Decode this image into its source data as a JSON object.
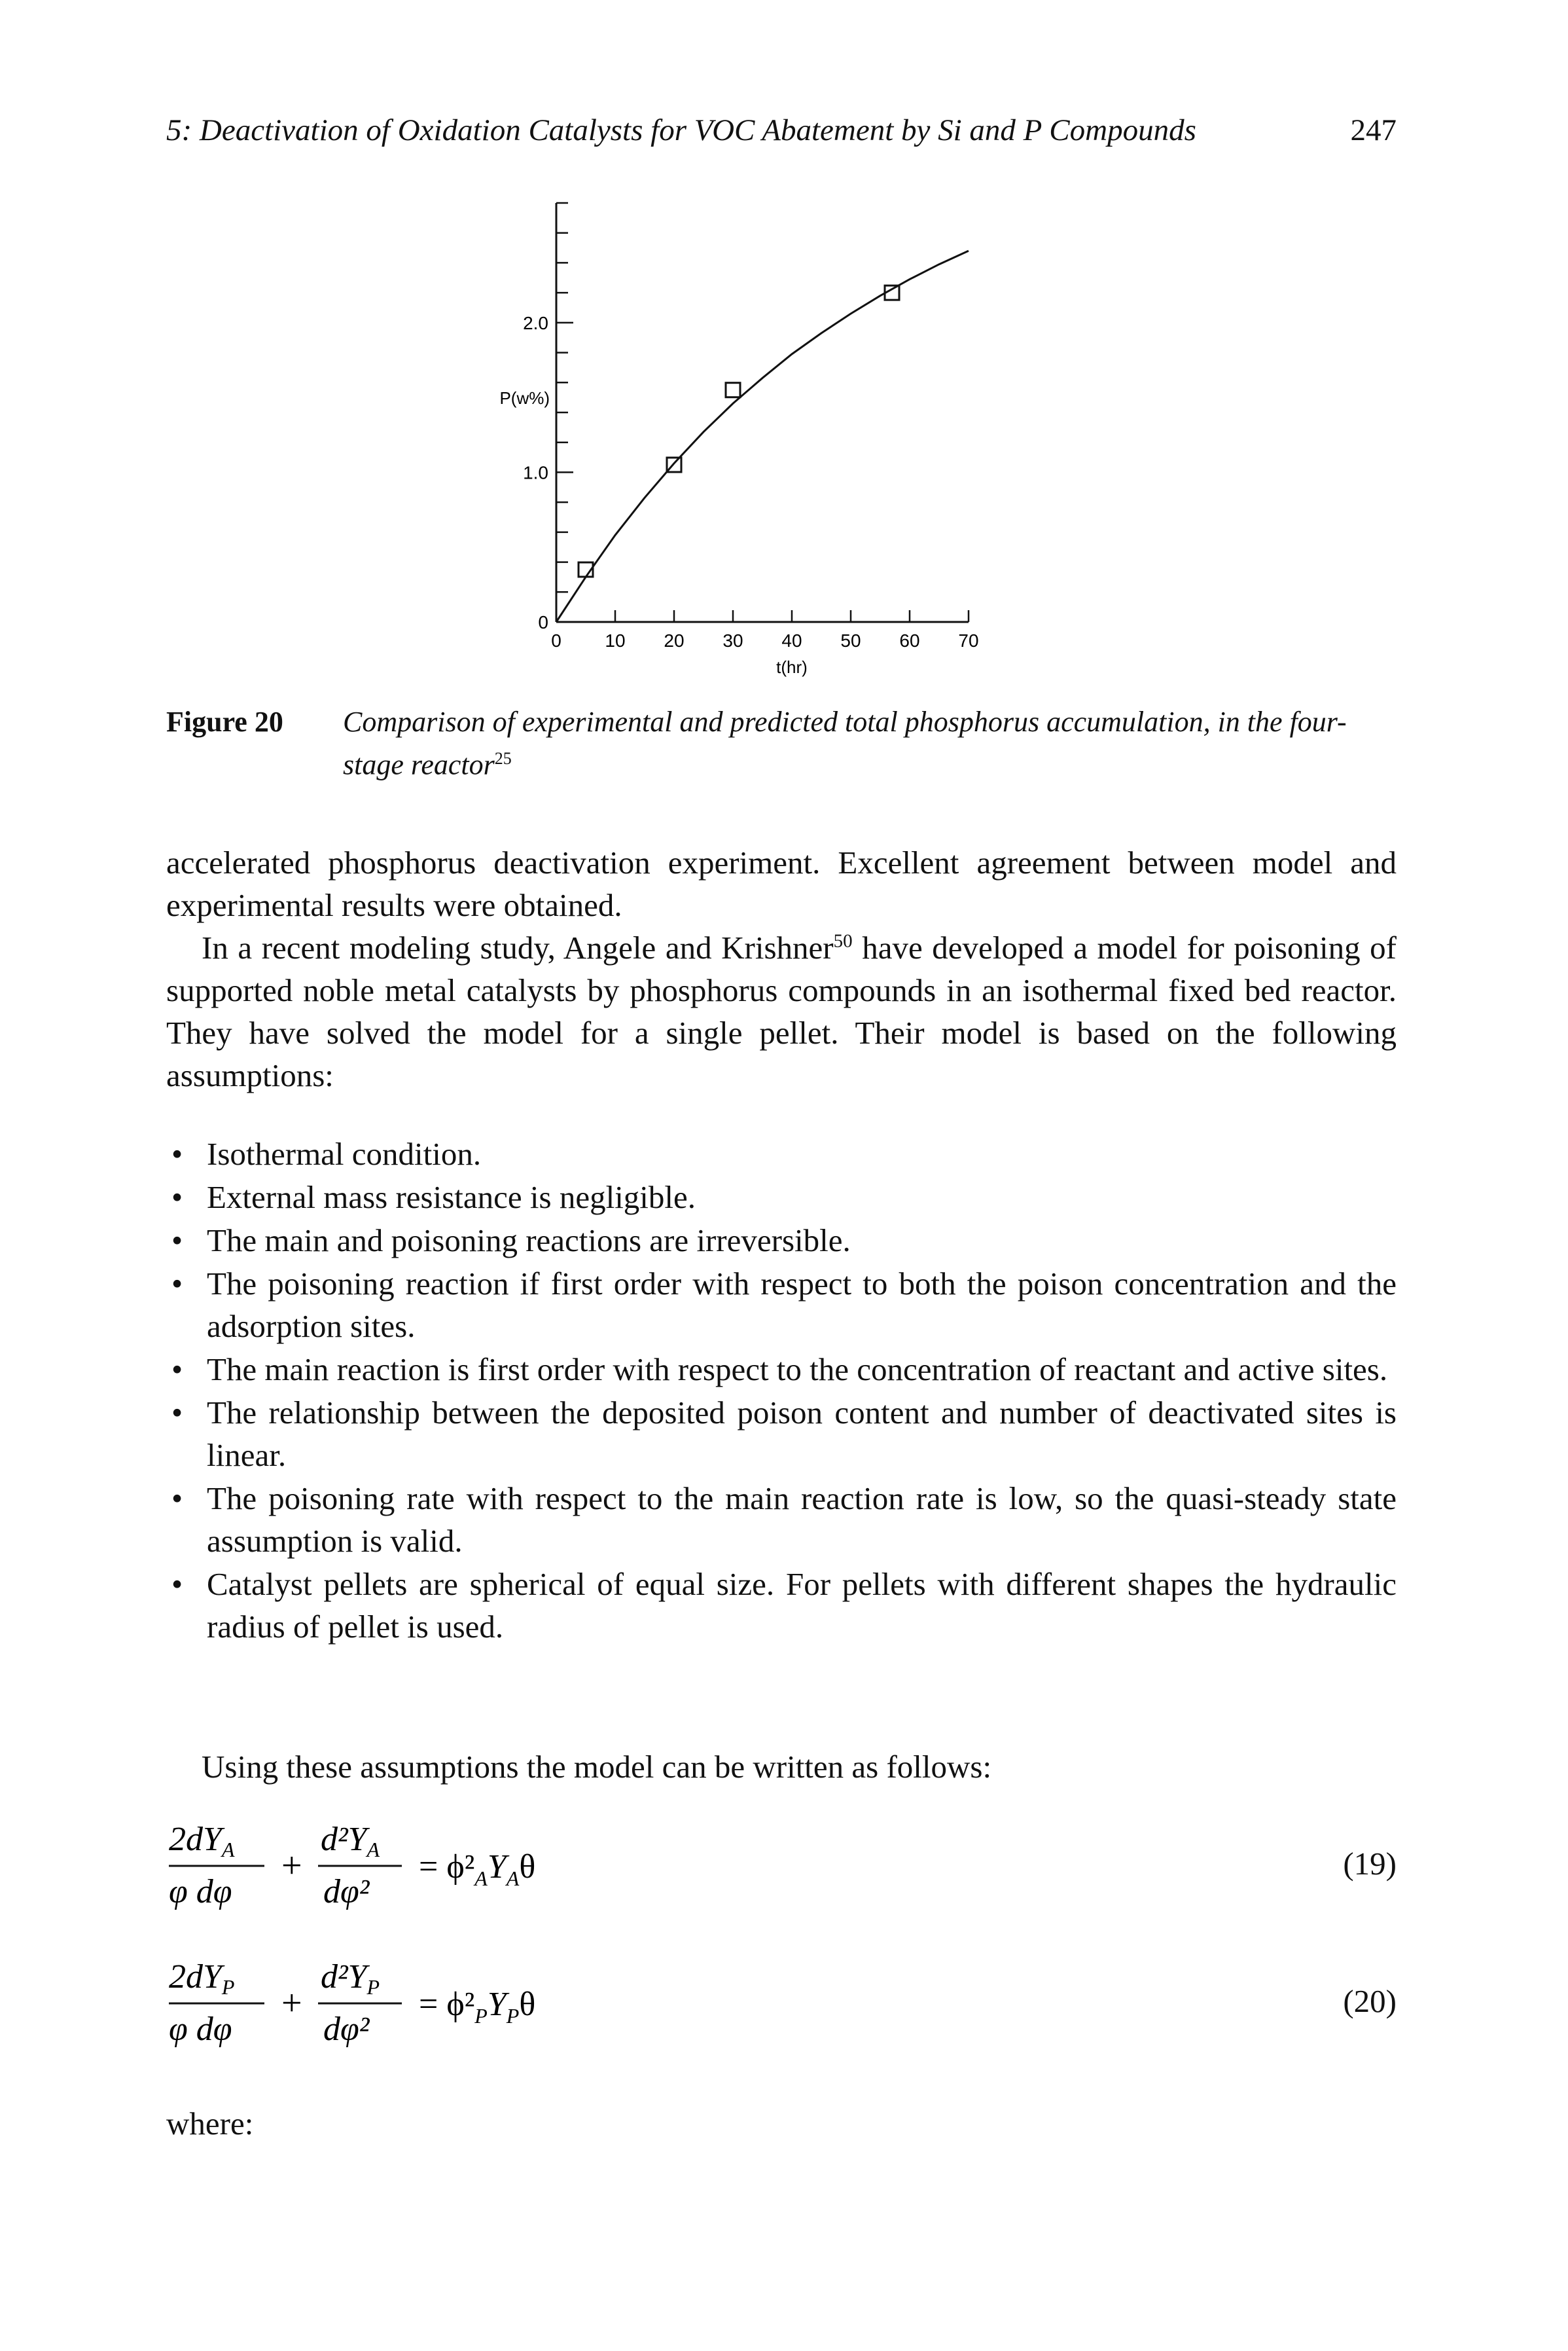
{
  "header": {
    "running_title": "5: Deactivation of Oxidation Catalysts for VOC Abatement by Si and P Compounds",
    "page_number": "247"
  },
  "chart_data": {
    "type": "scatter",
    "title": "",
    "xlabel": "t(hr)",
    "ylabel": "P(w%)",
    "xlim": [
      0,
      70
    ],
    "ylim": [
      0,
      2.8
    ],
    "x_ticks": [
      "0",
      "10",
      "20",
      "30",
      "40",
      "50",
      "60",
      "70"
    ],
    "y_ticks": [
      "0",
      "1.0",
      "2.0"
    ],
    "series": [
      {
        "marker": "open-square",
        "x": [
          5,
          20,
          30,
          57
        ],
        "y": [
          0.35,
          1.05,
          1.55,
          2.2
        ]
      },
      {
        "marker": "line",
        "x": [
          0,
          5,
          10,
          15,
          20,
          25,
          30,
          35,
          40,
          45,
          50,
          55,
          60,
          65,
          70
        ],
        "y": [
          0,
          0.3,
          0.58,
          0.83,
          1.06,
          1.27,
          1.46,
          1.63,
          1.79,
          1.93,
          2.06,
          2.18,
          2.29,
          2.39,
          2.48
        ]
      }
    ],
    "grid": false,
    "legend": "none"
  },
  "caption": {
    "label": "Figure 20",
    "text": "Comparison of experimental and predicted total phosphorus accumulation, in the four-stage reactor",
    "ref": "25"
  },
  "paragraph1": "accelerated phosphorus deactivation experiment. Excellent agreement between model and experimental results were obtained.",
  "paragraph2": {
    "before": "In a recent modeling study, Angele and Krishner",
    "ref": "50",
    "after": " have developed a model for poisoning of supported noble metal catalysts by phosphorus compounds in an isothermal fixed bed reactor. They have solved the model for a single pellet. Their model is based on the following assumptions:"
  },
  "bullet_char": "•",
  "assumptions": [
    "Isothermal condition.",
    "External mass resistance is negligible.",
    "The main and poisoning reactions are irreversible.",
    "The poisoning reaction if first order with respect to both the poison concentration and the adsorption sites.",
    "The main reaction is first order with respect to the concentration of reactant and active sites.",
    "The relationship between the deposited poison content and number of deactivated sites is linear.",
    "The poisoning rate with respect to the main reaction rate is low, so the quasi-steady state assumption is valid.",
    "Catalyst pellets are spherical of equal size. For pellets with different shapes the hydraulic radius of pellet is used."
  ],
  "using_text": "Using these assumptions the model can be written as follows:",
  "equations": [
    {
      "frac1_num": "2dY",
      "frac1_num_sub": "A",
      "frac1_den": "φ dφ",
      "plus": "+",
      "frac2_num": "d²Y",
      "frac2_num_sub": "A",
      "frac2_den": "dφ²",
      "rhs": "= ϕ²",
      "rhs_sub": "A",
      "rhs_rest": "Y",
      "rhs_rest_sub": "A",
      "rhs_end": "θ",
      "number": "(19)"
    },
    {
      "frac1_num": "2dY",
      "frac1_num_sub": "P",
      "frac1_den": "φ dφ",
      "plus": "+",
      "frac2_num": "d²Y",
      "frac2_num_sub": "P",
      "frac2_den": "dφ²",
      "rhs": "= ϕ²",
      "rhs_sub": "P",
      "rhs_rest": "Y",
      "rhs_rest_sub": "P",
      "rhs_end": "θ",
      "number": "(20)"
    }
  ],
  "where_text": "where:"
}
